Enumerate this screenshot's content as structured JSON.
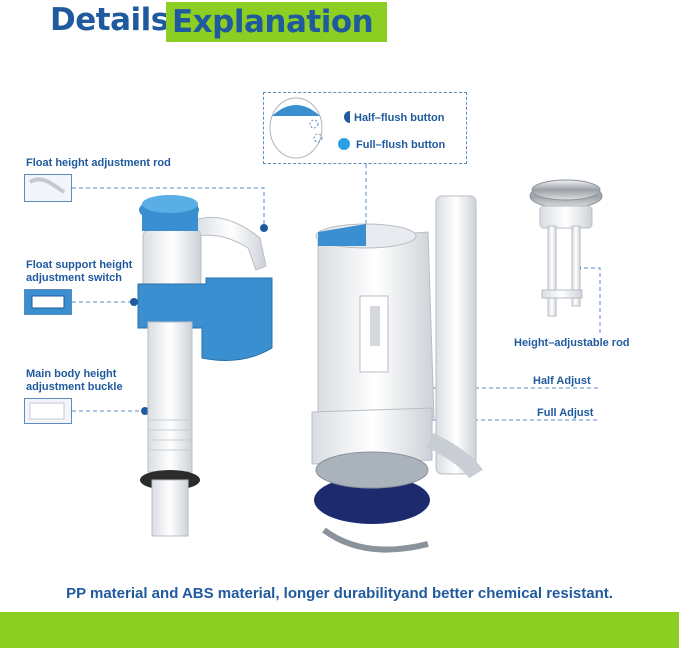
{
  "title": {
    "part1": "Details",
    "part2": "Explanation"
  },
  "labels": {
    "float_rod": "Float height adjustment rod",
    "float_switch_line1": "Float support height",
    "float_switch_line2": "adjustment switch",
    "buckle_line1": "Main body height",
    "buckle_line2": "adjustment buckle",
    "half_flush": "Half–flush button",
    "full_flush": "Full–flush button",
    "height_rod": "Height–adjustable rod",
    "half_adjust": "Half Adjust",
    "full_adjust": "Full Adjust"
  },
  "footer": "PP material and ABS material, longer durabilityand better chemical resistant.",
  "colors": {
    "brand_blue": "#1f5a9e",
    "accent_green": "#8ccf22",
    "part_blue": "#3a8fd0"
  }
}
